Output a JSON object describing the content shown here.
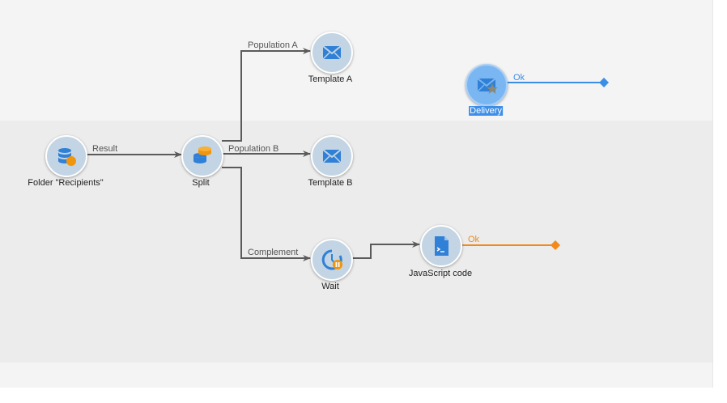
{
  "canvas": {
    "colors": {
      "node_fill": "#c3d5e4",
      "icon_blue": "#2f80d6",
      "icon_orange": "#f0950c",
      "link_gray": "#5a5a5a",
      "selected_blue": "#3b8ee6",
      "ok_orange": "#f08a1c"
    }
  },
  "nodes": [
    {
      "id": "folder",
      "label": "Folder \"Recipients\"",
      "icon": "database-folder-icon"
    },
    {
      "id": "split",
      "label": "Split",
      "icon": "split-icon"
    },
    {
      "id": "templateA",
      "label": "Template A",
      "icon": "envelope-icon"
    },
    {
      "id": "templateB",
      "label": "Template B",
      "icon": "envelope-icon"
    },
    {
      "id": "wait",
      "label": "Wait",
      "icon": "clock-pause-icon"
    },
    {
      "id": "javascript",
      "label": "JavaScript code",
      "icon": "script-file-icon"
    },
    {
      "id": "delivery",
      "label": "Delivery",
      "icon": "envelope-star-icon",
      "selected": true
    }
  ],
  "edges": [
    {
      "from": "folder",
      "to": "split",
      "label": "Result"
    },
    {
      "from": "split",
      "to": "templateA",
      "label": "Population A"
    },
    {
      "from": "split",
      "to": "templateB",
      "label": "Population B"
    },
    {
      "from": "split",
      "to": "wait",
      "label": "Complement"
    },
    {
      "from": "wait",
      "to": "javascript",
      "label": ""
    },
    {
      "from": "javascript",
      "to": null,
      "label": "Ok",
      "style": "orange"
    },
    {
      "from": "delivery",
      "to": null,
      "label": "Ok",
      "style": "blue"
    }
  ]
}
